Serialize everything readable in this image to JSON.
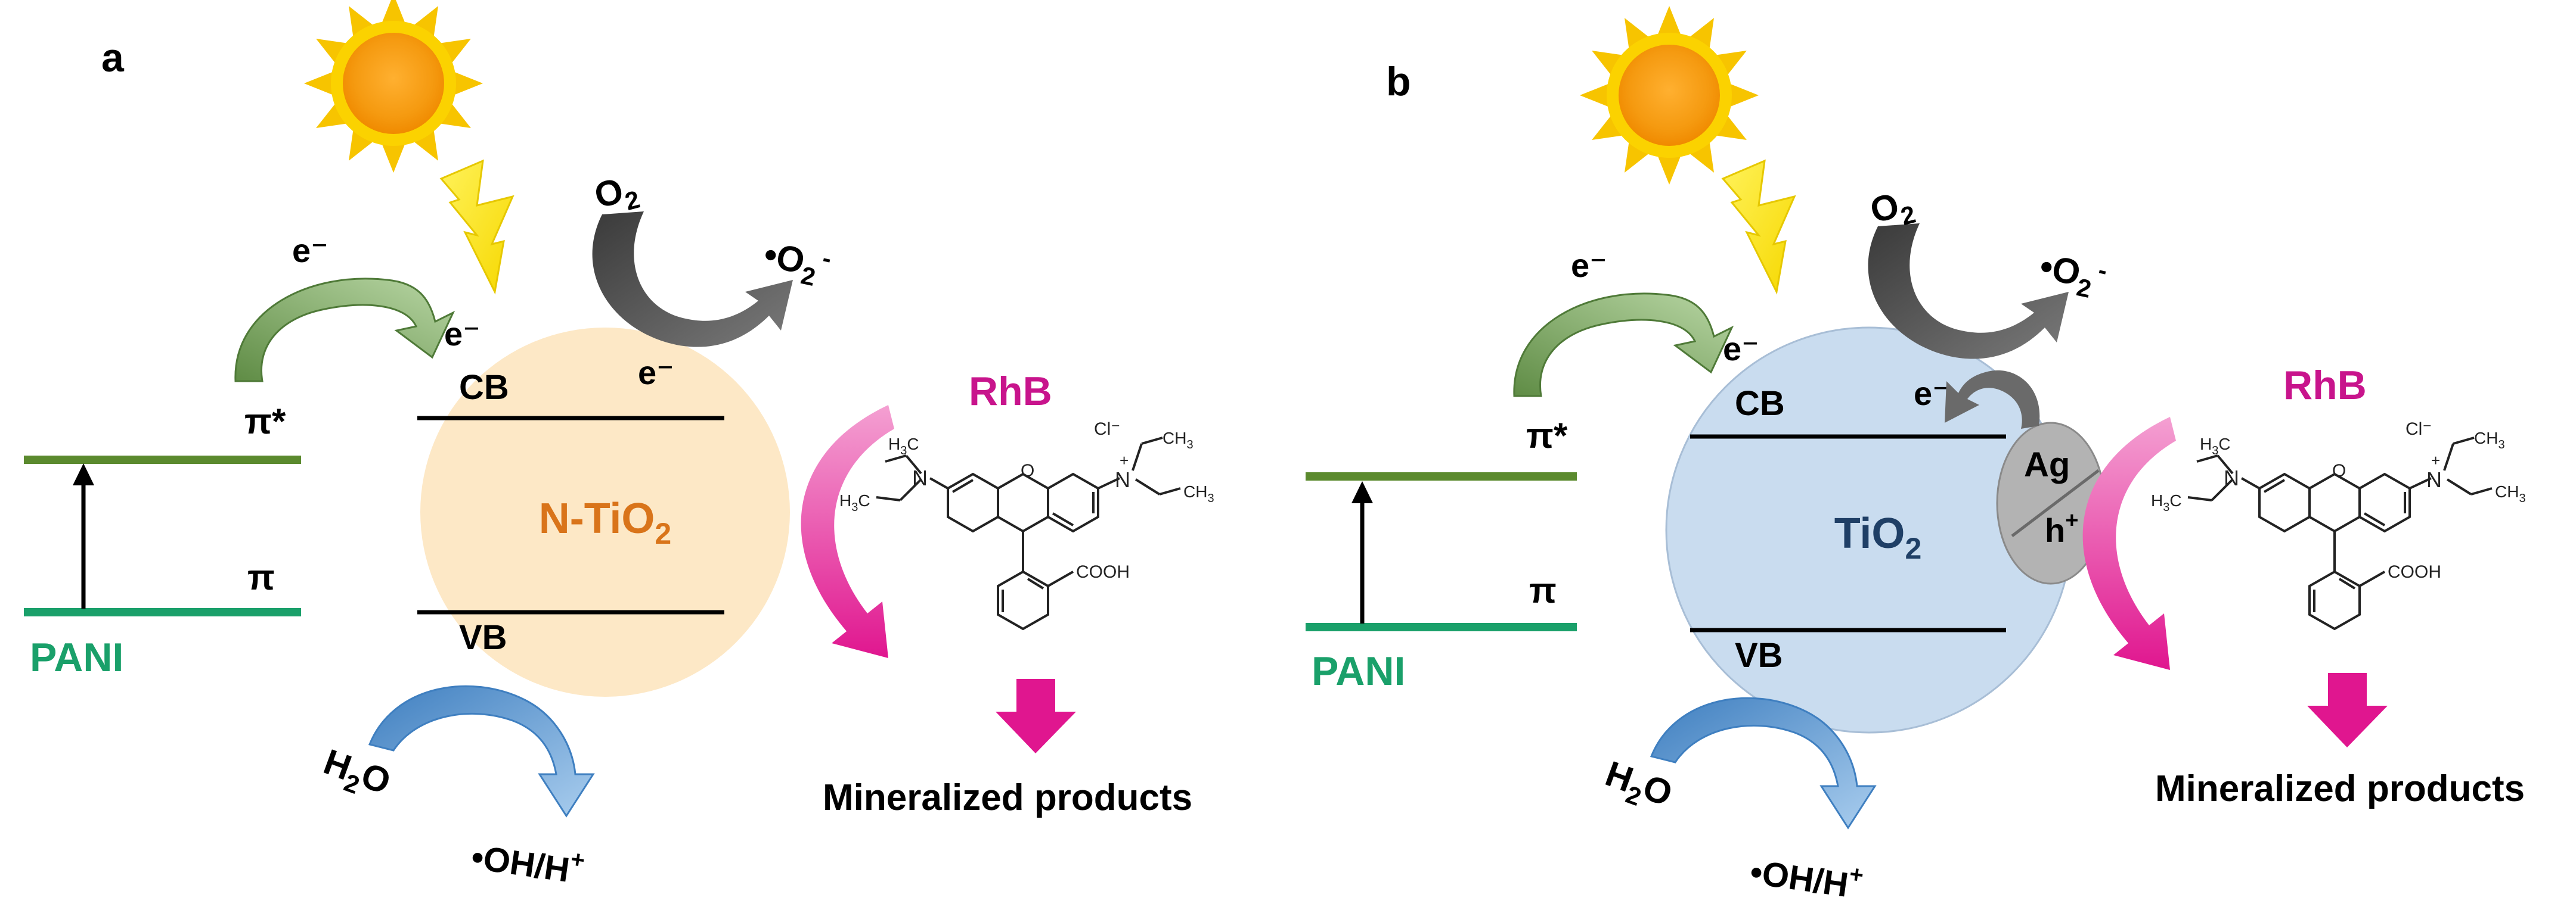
{
  "panel_a": {
    "label": "a",
    "pani": "PANI",
    "pi_star": "π*",
    "pi": "π",
    "e_top": "e⁻",
    "e_cb": "e⁻",
    "e_inner": "e⁻",
    "cb": "CB",
    "vb": "VB",
    "catalyst": "N-TiO",
    "catalyst_sub": "2",
    "o2": "O",
    "o2_sub": "2",
    "superoxide": "•O",
    "superoxide_sub": "2",
    "superoxide_sup": "-",
    "h2o_h": "H",
    "h2o_sub": "2",
    "h2o_o": "O",
    "oh": "•OH/H",
    "oh_sup": "+",
    "rhb": "RhB",
    "products": "Mineralized products"
  },
  "panel_b": {
    "label": "b",
    "pani": "PANI",
    "pi_star": "π*",
    "pi": "π",
    "e_top": "e⁻",
    "e_cb": "e⁻",
    "e_inner": "e⁻",
    "cb": "CB",
    "vb": "VB",
    "catalyst": "TiO",
    "catalyst_sub": "2",
    "ag": "Ag",
    "hole": "h",
    "hole_sup": "+",
    "o2": "O",
    "o2_sub": "2",
    "superoxide": "•O",
    "superoxide_sub": "2",
    "superoxide_sup": "-",
    "h2o_h": "H",
    "h2o_sub": "2",
    "h2o_o": "O",
    "oh": "•OH/H",
    "oh_sup": "+",
    "rhb": "RhB",
    "products": "Mineralized products"
  },
  "molecule": {
    "cl": "Cl⁻",
    "ch3": "CH",
    "ch3_sub": "3",
    "h3c": "H",
    "h3c_sub": "3",
    "h3c_c": "C",
    "n": "N",
    "o": "O",
    "plus": "+",
    "cooh": "COOH"
  },
  "colors": {
    "pani": "#1aa06a",
    "pi_star_line": "#5b8a2e",
    "pi_line": "#1aa06a",
    "rhb": "#c8148c",
    "magenta_arrow": "#e0168f",
    "catalyst_a_fill": "#fde8c6",
    "catalyst_a_text": "#d9741a",
    "catalyst_b_fill": "#c9dcef",
    "catalyst_b_text": "#1f3f66",
    "ag_fill": "#b3b3b3",
    "green_arrow": "#7fa663",
    "grey_arrow": "#555555",
    "blue_arrow": "#5b97cf"
  }
}
